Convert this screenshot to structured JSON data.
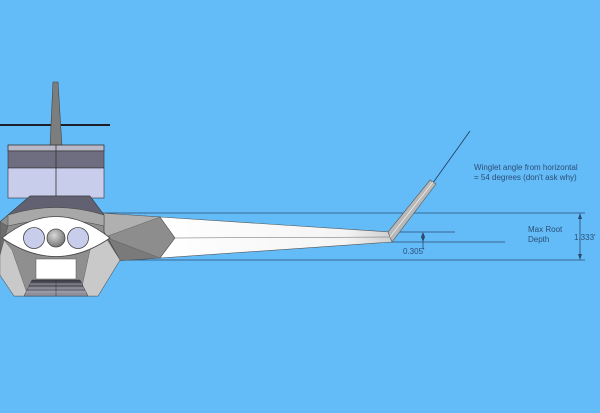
{
  "diagram": {
    "view": "front view",
    "background_color": "#63bcf7",
    "annotations": {
      "winglet_note_line1": "Winglet angle from horizontal",
      "winglet_note_line2": "= 54 degrees (don't ask why)",
      "max_root_line1": "Max Root",
      "max_root_line2": "Depth",
      "max_root_value": "1.333'",
      "tip_offset_value": "0.305'"
    },
    "components": [
      "fuselage",
      "vertical-tail",
      "horizontal-stabilizer",
      "canopy",
      "intake",
      "wing",
      "winglet",
      "dimension-lines"
    ],
    "colors": {
      "line": "#2a4a6e",
      "wing_white": "#ffffff",
      "body_gray": "#9a9a9a",
      "canopy_lavender": "#c9cdec",
      "canopy_dark": "#6e6e80"
    }
  }
}
